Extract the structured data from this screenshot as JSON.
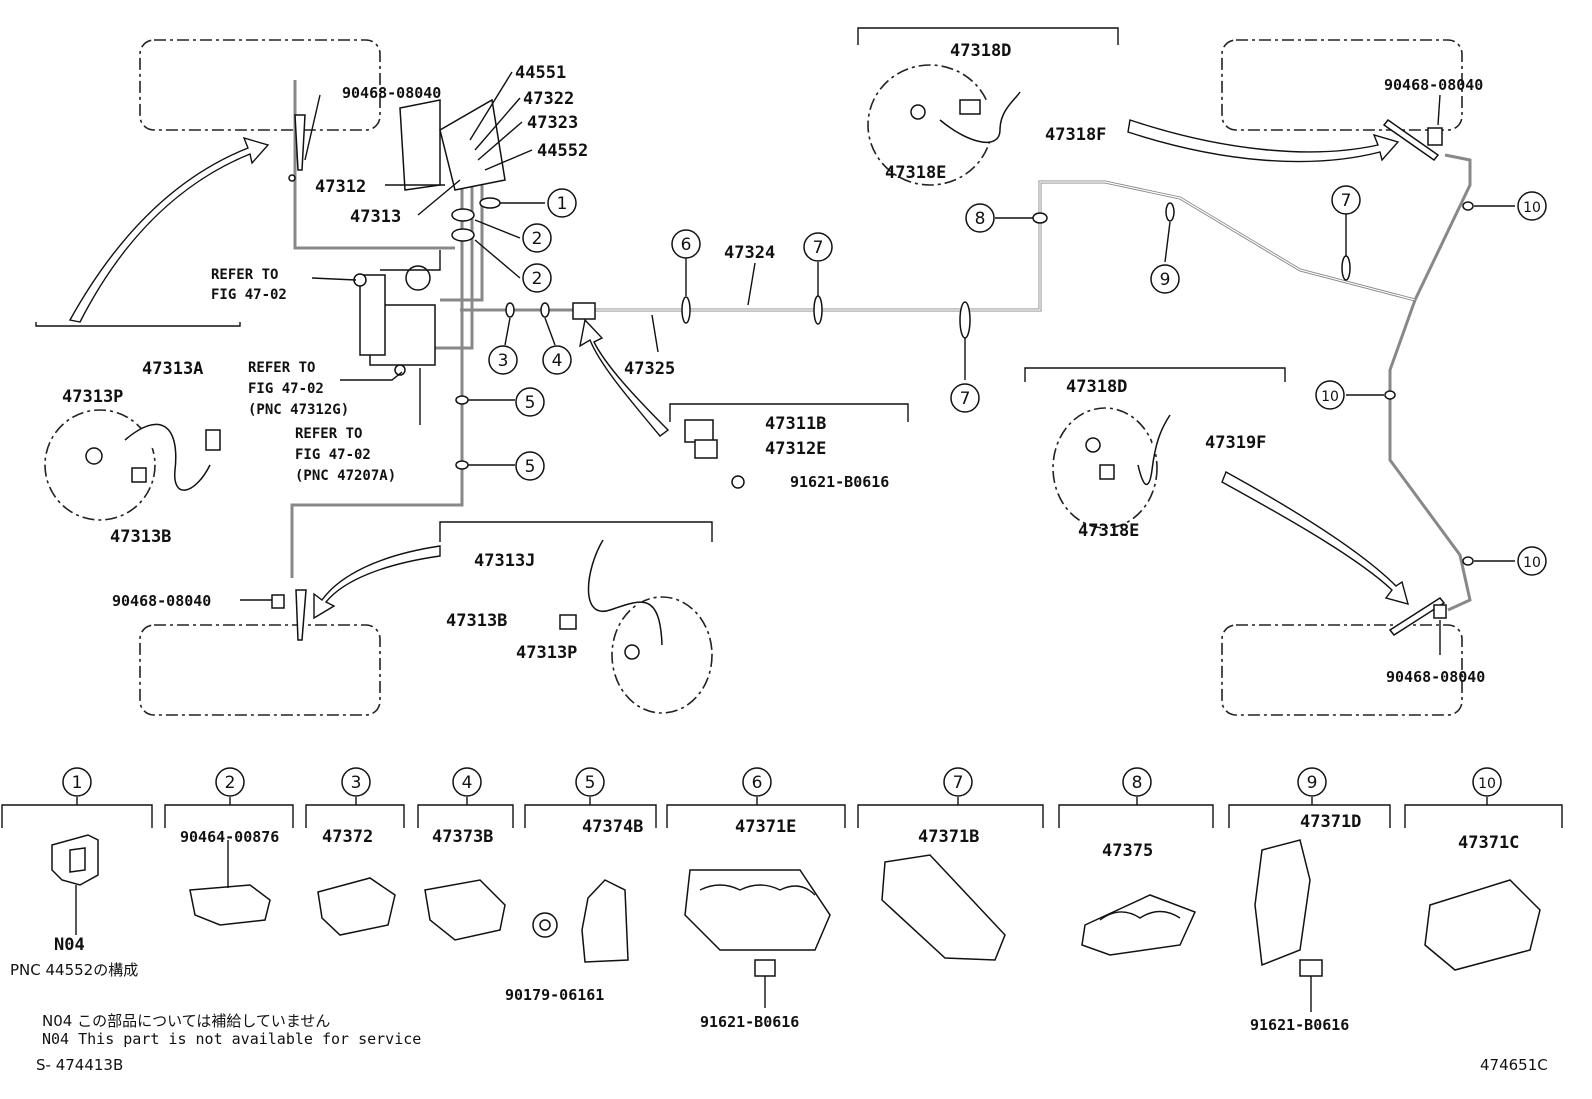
{
  "parts": {
    "p44551": "44551",
    "p47322": "47322",
    "p47323": "47323",
    "p44552": "44552",
    "p47312": "47312",
    "p47313": "47313",
    "p47324": "47324",
    "p47325": "47325",
    "p47313A": "47313A",
    "p47313P_left": "47313P",
    "p47313B_left": "47313B",
    "p47318D_top": "47318D",
    "p47318F": "47318F",
    "p47318E_top": "47318E",
    "p47311B": "47311B",
    "p47312E": "47312E",
    "p91621_mid": "91621-B0616",
    "p47318D_right": "47318D",
    "p47319F": "47319F",
    "p47318E_right": "47318E",
    "p47313J": "47313J",
    "p47313B_bottom": "47313B",
    "p47313P_bottom": "47313P",
    "p90468_tl": "90468-08040",
    "p90468_tr": "90468-08040",
    "p90468_bl": "90468-08040",
    "p90468_br": "90468-08040"
  },
  "refs": {
    "r1a": "REFER TO",
    "r1b": "FIG 47-02",
    "r2a": "REFER TO",
    "r2b": "FIG 47-02",
    "r2c": "(PNC 47312G)",
    "r3a": "REFER TO",
    "r3b": "FIG 47-02",
    "r3c": "(PNC 47207A)"
  },
  "callouts": {
    "c1": "1",
    "c2a": "2",
    "c2b": "2",
    "c3": "3",
    "c4": "4",
    "c5a": "5",
    "c5b": "5",
    "c6": "6",
    "c7a": "7",
    "c7b": "7",
    "c7c": "7",
    "c8": "8",
    "c9": "9",
    "c10a": "10",
    "c10b": "10",
    "c10c": "10"
  },
  "legend": [
    {
      "num": "1",
      "parts": [
        "N04"
      ],
      "note": "PNC 44552の構成"
    },
    {
      "num": "2",
      "parts": [
        "90464-00876"
      ]
    },
    {
      "num": "3",
      "parts": [
        "47372"
      ]
    },
    {
      "num": "4",
      "parts": [
        "47373B"
      ]
    },
    {
      "num": "5",
      "parts": [
        "47374B",
        "90179-06161"
      ]
    },
    {
      "num": "6",
      "parts": [
        "47371E",
        "91621-B0616"
      ]
    },
    {
      "num": "7",
      "parts": [
        "47371B"
      ]
    },
    {
      "num": "8",
      "parts": [
        "47375"
      ]
    },
    {
      "num": "9",
      "parts": [
        "47371D",
        "91621-B0616"
      ]
    },
    {
      "num": "10",
      "parts": [
        "47371C"
      ]
    }
  ],
  "notes": {
    "jp": "N04 この部品については補給していません",
    "en": "N04 This part is not available for service",
    "code_left": "S- 474413B",
    "code_right": "474651C"
  }
}
